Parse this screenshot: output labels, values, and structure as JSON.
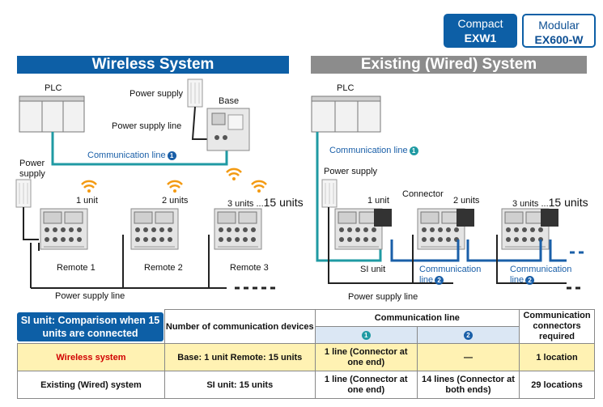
{
  "badges": {
    "compact": {
      "line1": "Compact",
      "line2": "EXW1"
    },
    "modular": {
      "line1": "Modular",
      "line2": "EX600-W"
    }
  },
  "wireless": {
    "title": "Wireless System",
    "plc": "PLC",
    "power_supply_top": "Power supply",
    "base": "Base",
    "power_supply_line_top": "Power supply line",
    "communication_line": "Communication line",
    "communication_line_num": "1",
    "power_supply_left": "Power supply",
    "unit1": "1 unit",
    "unit2": "2 units",
    "unit3": "3 units ...",
    "unit_total": "15 units",
    "remote1": "Remote 1",
    "remote2": "Remote 2",
    "remote3": "Remote 3",
    "power_supply_line_bottom": "Power supply line"
  },
  "wired": {
    "title": "Existing (Wired) System",
    "plc": "PLC",
    "communication_line": "Communication line",
    "communication_line_num": "1",
    "power_supply": "Power supply",
    "connector": "Connector",
    "unit1": "1 unit",
    "unit2": "2 units",
    "unit3": "3 units ...",
    "unit_total": "15 units",
    "si_unit": "SI unit",
    "comm_line2_a": "Communication",
    "comm_line2_b": "line",
    "comm_line2_num": "2",
    "power_supply_line": "Power supply line"
  },
  "table": {
    "legend": "SI unit: Comparison when 15 units are connected",
    "col_devices": "Number of communication devices",
    "col_comm_line": "Communication line",
    "col_comm_line_1": "1",
    "col_comm_line_2": "2",
    "col_connectors": "Communication connectors required",
    "rows": [
      {
        "system": "Wireless system",
        "devices": "Base: 1 unit   Remote: 15 units",
        "line1": "1 line (Connector at one end)",
        "line2": "—",
        "connectors": "1 location"
      },
      {
        "system": "Existing (Wired) system",
        "devices": "SI unit: 15 units",
        "line1": "1 line (Connector at one end)",
        "line2": "14 lines (Connector at both ends)",
        "connectors": "29 locations"
      }
    ]
  },
  "colors": {
    "blue": "#0d5fa6",
    "teal": "#1f9aa3",
    "gray": "#8c8c8c",
    "wireless_row": "#fff2b3",
    "wireless_text": "#d10000",
    "orange_signal": "#f39a12"
  }
}
